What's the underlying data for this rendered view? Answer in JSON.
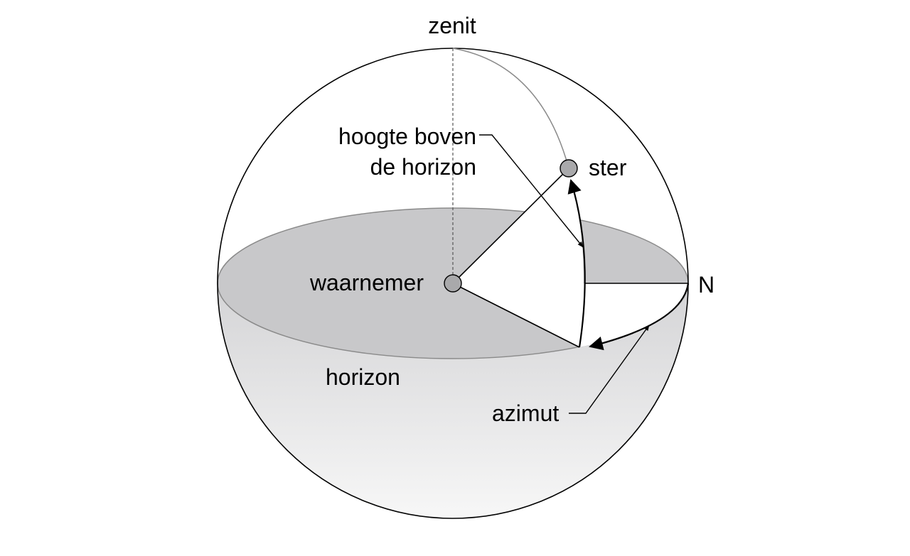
{
  "labels": {
    "zenith": "zenit",
    "altitude_line1": "hoogte boven",
    "altitude_line2": "de horizon",
    "star": "ster",
    "observer": "waarnemer",
    "north": "N",
    "horizon": "horizon",
    "azimuth": "azimut"
  },
  "colors": {
    "stroke": "#000000",
    "horizon_plane": "#c8c8ca",
    "sphere_shade_top": "#d4d4d6",
    "sphere_shade_bottom": "#f7f7f7",
    "marker_fill": "#a9a9ab",
    "guide_line": "#8a8a8a"
  }
}
